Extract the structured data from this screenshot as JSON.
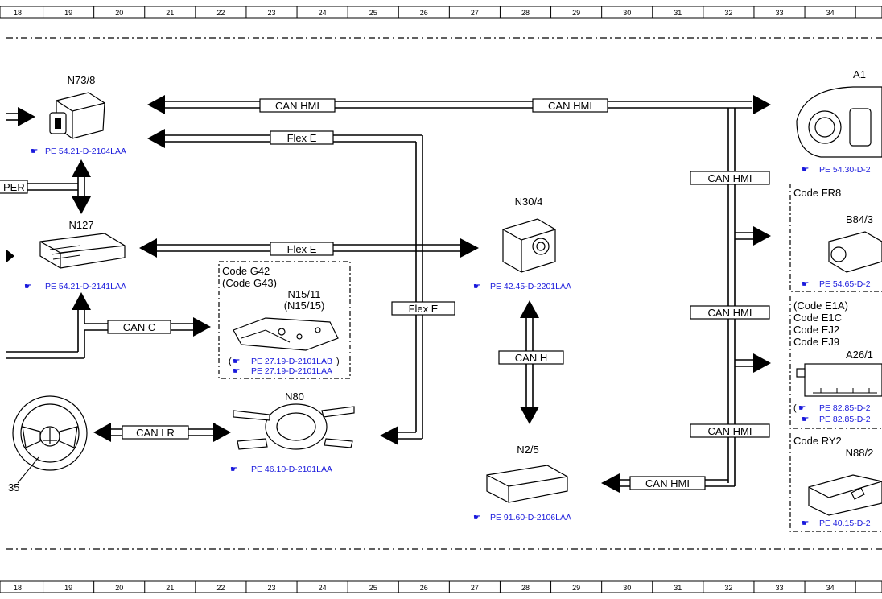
{
  "ruler": [
    "18",
    "19",
    "20",
    "21",
    "22",
    "23",
    "24",
    "25",
    "26",
    "27",
    "28",
    "29",
    "30",
    "31",
    "32",
    "33",
    "34"
  ],
  "components": {
    "n73_8": {
      "id": "N73/8",
      "ref": "PE 54.21-D-2104LAA"
    },
    "n127": {
      "id": "N127",
      "ref": "PE 54.21-D-2141LAA"
    },
    "n15_11": {
      "code1": "Code G42",
      "code2": "(Code G43)",
      "id": "N15/11",
      "id2": "(N15/15)",
      "ref_open": "(",
      "ref1": "PE 27.19-D-2101LAB",
      "ref_close": ")",
      "ref2": "PE 27.19-D-2101LAA"
    },
    "n80": {
      "id": "N80",
      "ref": "PE 46.10-D-2101LAA"
    },
    "steering": {
      "id": "35"
    },
    "n30_4": {
      "id": "N30/4",
      "ref": "PE 42.45-D-2201LAA"
    },
    "n2_5": {
      "id": "N2/5",
      "ref": "PE 91.60-D-2106LAA"
    },
    "a1": {
      "id": "A1",
      "ref": "PE 54.30-D-2"
    },
    "b84_3": {
      "code": "Code FR8",
      "id": "B84/3",
      "ref": "PE 54.65-D-2"
    },
    "a26_1": {
      "code1": "(Code E1A)",
      "code2": "Code E1C",
      "code3": "Code EJ2",
      "code4": "Code EJ9",
      "id": "A26/1",
      "ref_open": "(",
      "ref1": "PE 82.85-D-2",
      "ref2": "PE 82.85-D-2"
    },
    "n88_2": {
      "code": "Code RY2",
      "id": "N88/2",
      "ref": "PE 40.15-D-2"
    }
  },
  "buses": {
    "can_hmi_top_left": "CAN HMI",
    "can_hmi_top_right": "CAN HMI",
    "flex_e_top": "Flex E",
    "flex_e_mid": "Flex E",
    "flex_e_vert": "Flex E",
    "can_c": "CAN C",
    "can_lr": "CAN LR",
    "can_h": "CAN H",
    "can_hmi_v1": "CAN HMI",
    "can_hmi_v2": "CAN HMI",
    "can_hmi_v3": "CAN HMI",
    "can_hmi_n25": "CAN HMI",
    "per": "PER"
  }
}
